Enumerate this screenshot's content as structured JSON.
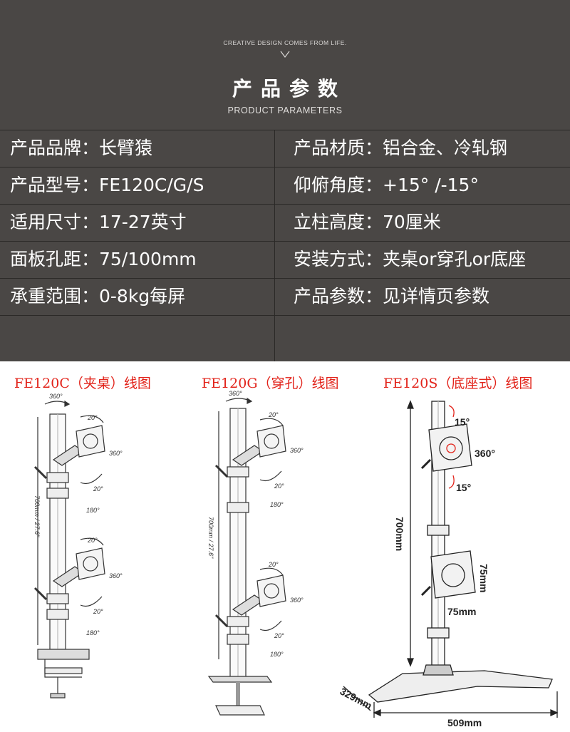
{
  "header": {
    "tagline": "CREATIVE DESIGN COMES FROM LIFE.",
    "title": "产品参数",
    "subtitle": "PRODUCT PARAMETERS"
  },
  "params": [
    {
      "left": "产品品牌：长臂猿",
      "right": "产品材质：铝合金、冷轧钢"
    },
    {
      "left": "产品型号：FE120C/G/S",
      "right": "仰俯角度：+15° /-15°"
    },
    {
      "left": "适用尺寸：17-27英寸",
      "right": "立柱高度：70厘米"
    },
    {
      "left": "面板孔距：75/100mm",
      "right": "安装方式：夹桌or穿孔or底座"
    },
    {
      "left": "承重范围：0-8kg每屏",
      "right": "产品参数：见详情页参数"
    }
  ],
  "diagrams": [
    {
      "caption": "FE120C（夹桌）线图",
      "rot_top": "360°",
      "height": "700mm / 27.6\"",
      "tilt": "20°",
      "rotate": "360°",
      "swivel": "20°",
      "pan": "180°"
    },
    {
      "caption": "FE120G（穿孔）线图",
      "rot_top": "360°",
      "height": "700mm / 27.6\"",
      "tilt": "20°",
      "rotate": "360°",
      "swivel": "20°",
      "pan": "180°"
    },
    {
      "caption": "FE120S（底座式）线图",
      "tilt_up": "15°",
      "rotate": "360°",
      "tilt_down": "15°",
      "height": "700mm",
      "vesa_h": "75mm",
      "vesa_w": "75mm",
      "depth": "329mm",
      "width": "509mm"
    }
  ]
}
